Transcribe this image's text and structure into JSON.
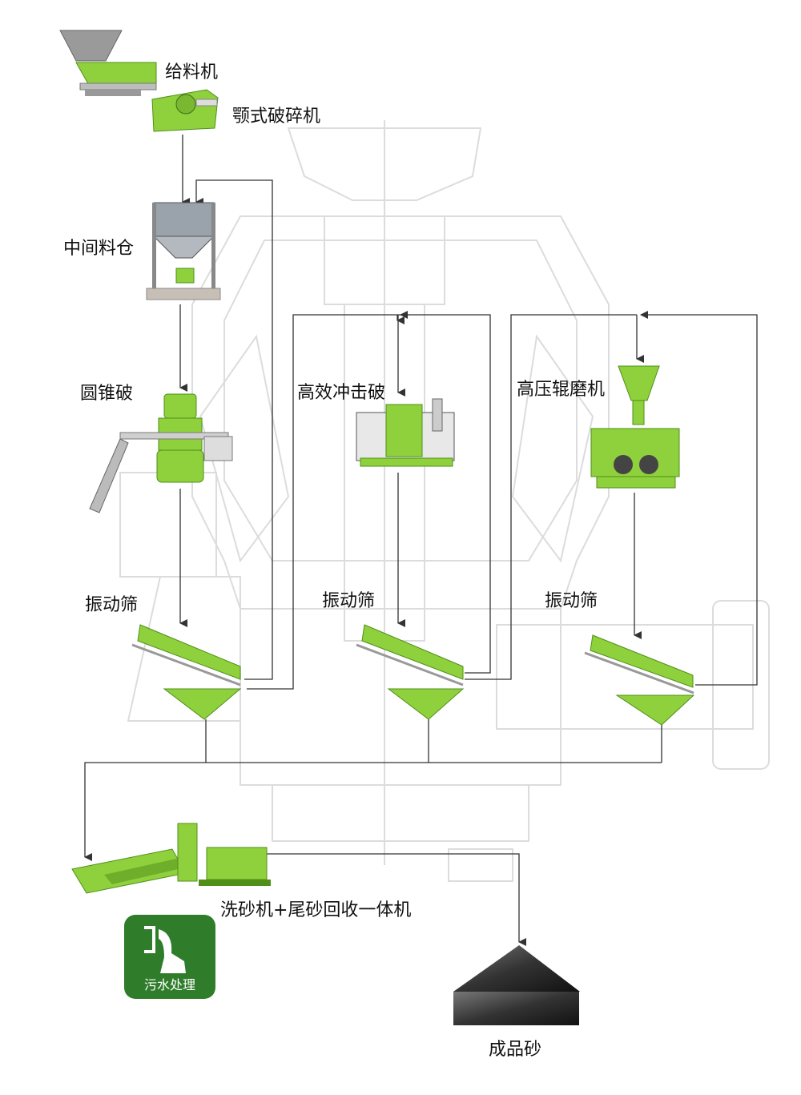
{
  "labels": {
    "feeder": "给料机",
    "jaw_crusher": "颚式破碎机",
    "bin": "中间料仓",
    "cone_crusher": "圆锥破",
    "impact_crusher": "高效冲击破",
    "hpgr": "高压辊磨机",
    "screen_1": "振动筛",
    "screen_2": "振动筛",
    "screen_3": "振动筛",
    "washer": "洗砂机+尾砂回收一体机",
    "product": "成品砂",
    "sewage": "污水处理"
  },
  "colors": {
    "machine_green": "#8fd13c",
    "dark_green": "#4f8f1a",
    "badge_green": "#2f7d2a",
    "line": "#333333",
    "background_drawing": "#d9d9d9"
  }
}
